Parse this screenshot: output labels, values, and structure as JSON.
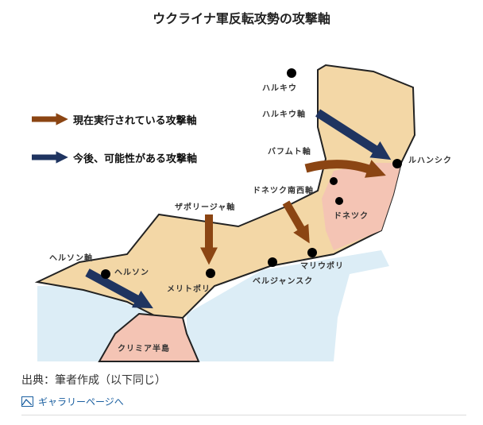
{
  "title": "ウクライナ軍反転攻勢の攻撃軸",
  "legend": [
    {
      "label": "現在実行されている攻撃軸",
      "color": "#8b4513"
    },
    {
      "label": "今後、可能性がある攻撃軸",
      "color": "#1f3460"
    }
  ],
  "map_labels": {
    "kharkiv": "ハルキウ",
    "kharkiv_axis": "ハルキウ軸",
    "bakhmut_axis": "バフムト軸",
    "luhansk": "ルハンシク",
    "donetsk_sw_axis": "ドネツク南西軸",
    "donetsk": "ドネツク",
    "zaporizhzhia_axis": "ザポリージャ軸",
    "melitopol": "メリトポリ",
    "berdyansk": "ベルジャンスク",
    "mariupol": "マリウポリ",
    "kherson_axis": "ヘルソン軸",
    "kherson": "ヘルソン",
    "crimea": "クリミア半島"
  },
  "caption": "出典：筆者作成（以下同じ）",
  "gallery_link": "ギャラリーページへ",
  "colors": {
    "land": "#f3d7a6",
    "occupied": "#f4c4b4",
    "sea": "#dcedf6",
    "link": "#1a5fa0"
  }
}
